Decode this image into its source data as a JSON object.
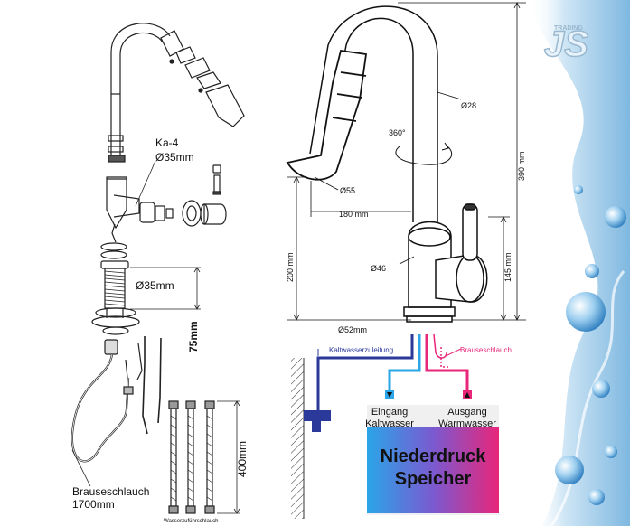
{
  "brand": {
    "logo_text": "JS",
    "logo_subtext": "TRADING"
  },
  "exploded_view": {
    "cartridge_label": "Ka-4",
    "cartridge_dim": "Ø35mm",
    "thread_dim": "Ø35mm",
    "thread_length": "75mm",
    "supply_hose_length": "400mm",
    "supply_hose_label": "Wasserzuführschlauch",
    "pullout_hose_label": "Brauseschlauch",
    "pullout_hose_length": "1700mm"
  },
  "dimension_view": {
    "spout_dia": "Ø28",
    "rotation": "360°",
    "total_height": "390 mm",
    "spray_dia": "Ø55",
    "reach": "180 mm",
    "spout_height": "200 mm",
    "body_dia": "Ø46",
    "lever_height": "145 mm",
    "base_dia": "Ø52mm"
  },
  "installation": {
    "cold_supply_label": "Kaltwasserzuleitung",
    "spray_hose_label": "Brauseschlauch",
    "inlet_label_1": "Eingang",
    "inlet_label_2": "Kaltwasser",
    "outlet_label_1": "Ausgang",
    "outlet_label_2": "Warmwasser",
    "heater_line_1": "Niederdruck",
    "heater_line_2": "Speicher",
    "colors": {
      "cold": "#2aa5e8",
      "hot": "#e8267a",
      "supply": "#2b3a9a"
    }
  }
}
